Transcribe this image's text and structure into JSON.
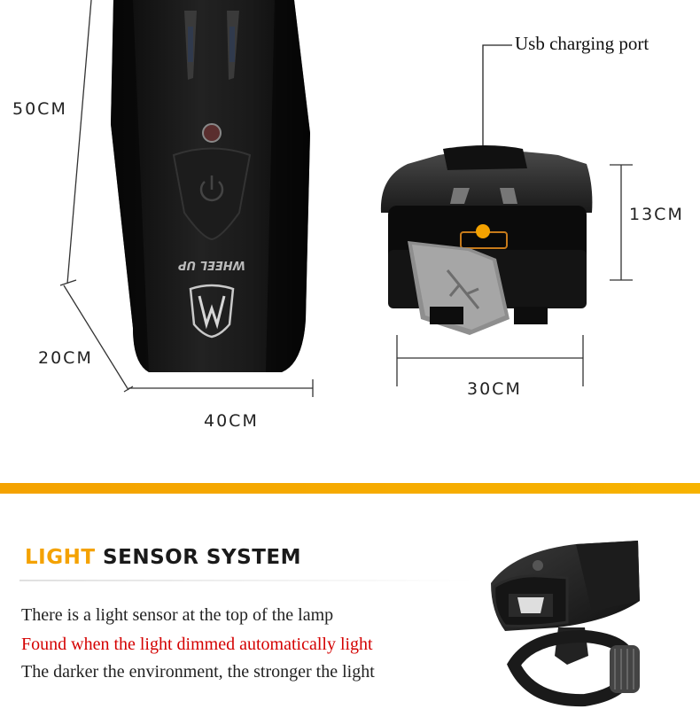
{
  "dimensions": {
    "height": "50CM",
    "depth": "20CM",
    "width": "40CM",
    "port_height": "13CM",
    "port_width": "30CM"
  },
  "callout": {
    "usb_port": "Usb charging port"
  },
  "device": {
    "brand_text": "WHEEL UP"
  },
  "section": {
    "title_accent": "LIGHT",
    "title_rest": "SENSOR SYSTEM",
    "lines": [
      "There is a light sensor at the top of the lamp",
      "Found when the light dimmed automatically light",
      "The darker the environment, the stronger the light"
    ],
    "line_colors": [
      "#222222",
      "#d40000",
      "#222222"
    ]
  },
  "colors": {
    "accent": "#f4a200",
    "highlight_red": "#d40000"
  },
  "icons": [
    "power-icon",
    "wheel-up-logo-icon",
    "usb-symbol-icon",
    "led-lamp-image"
  ]
}
